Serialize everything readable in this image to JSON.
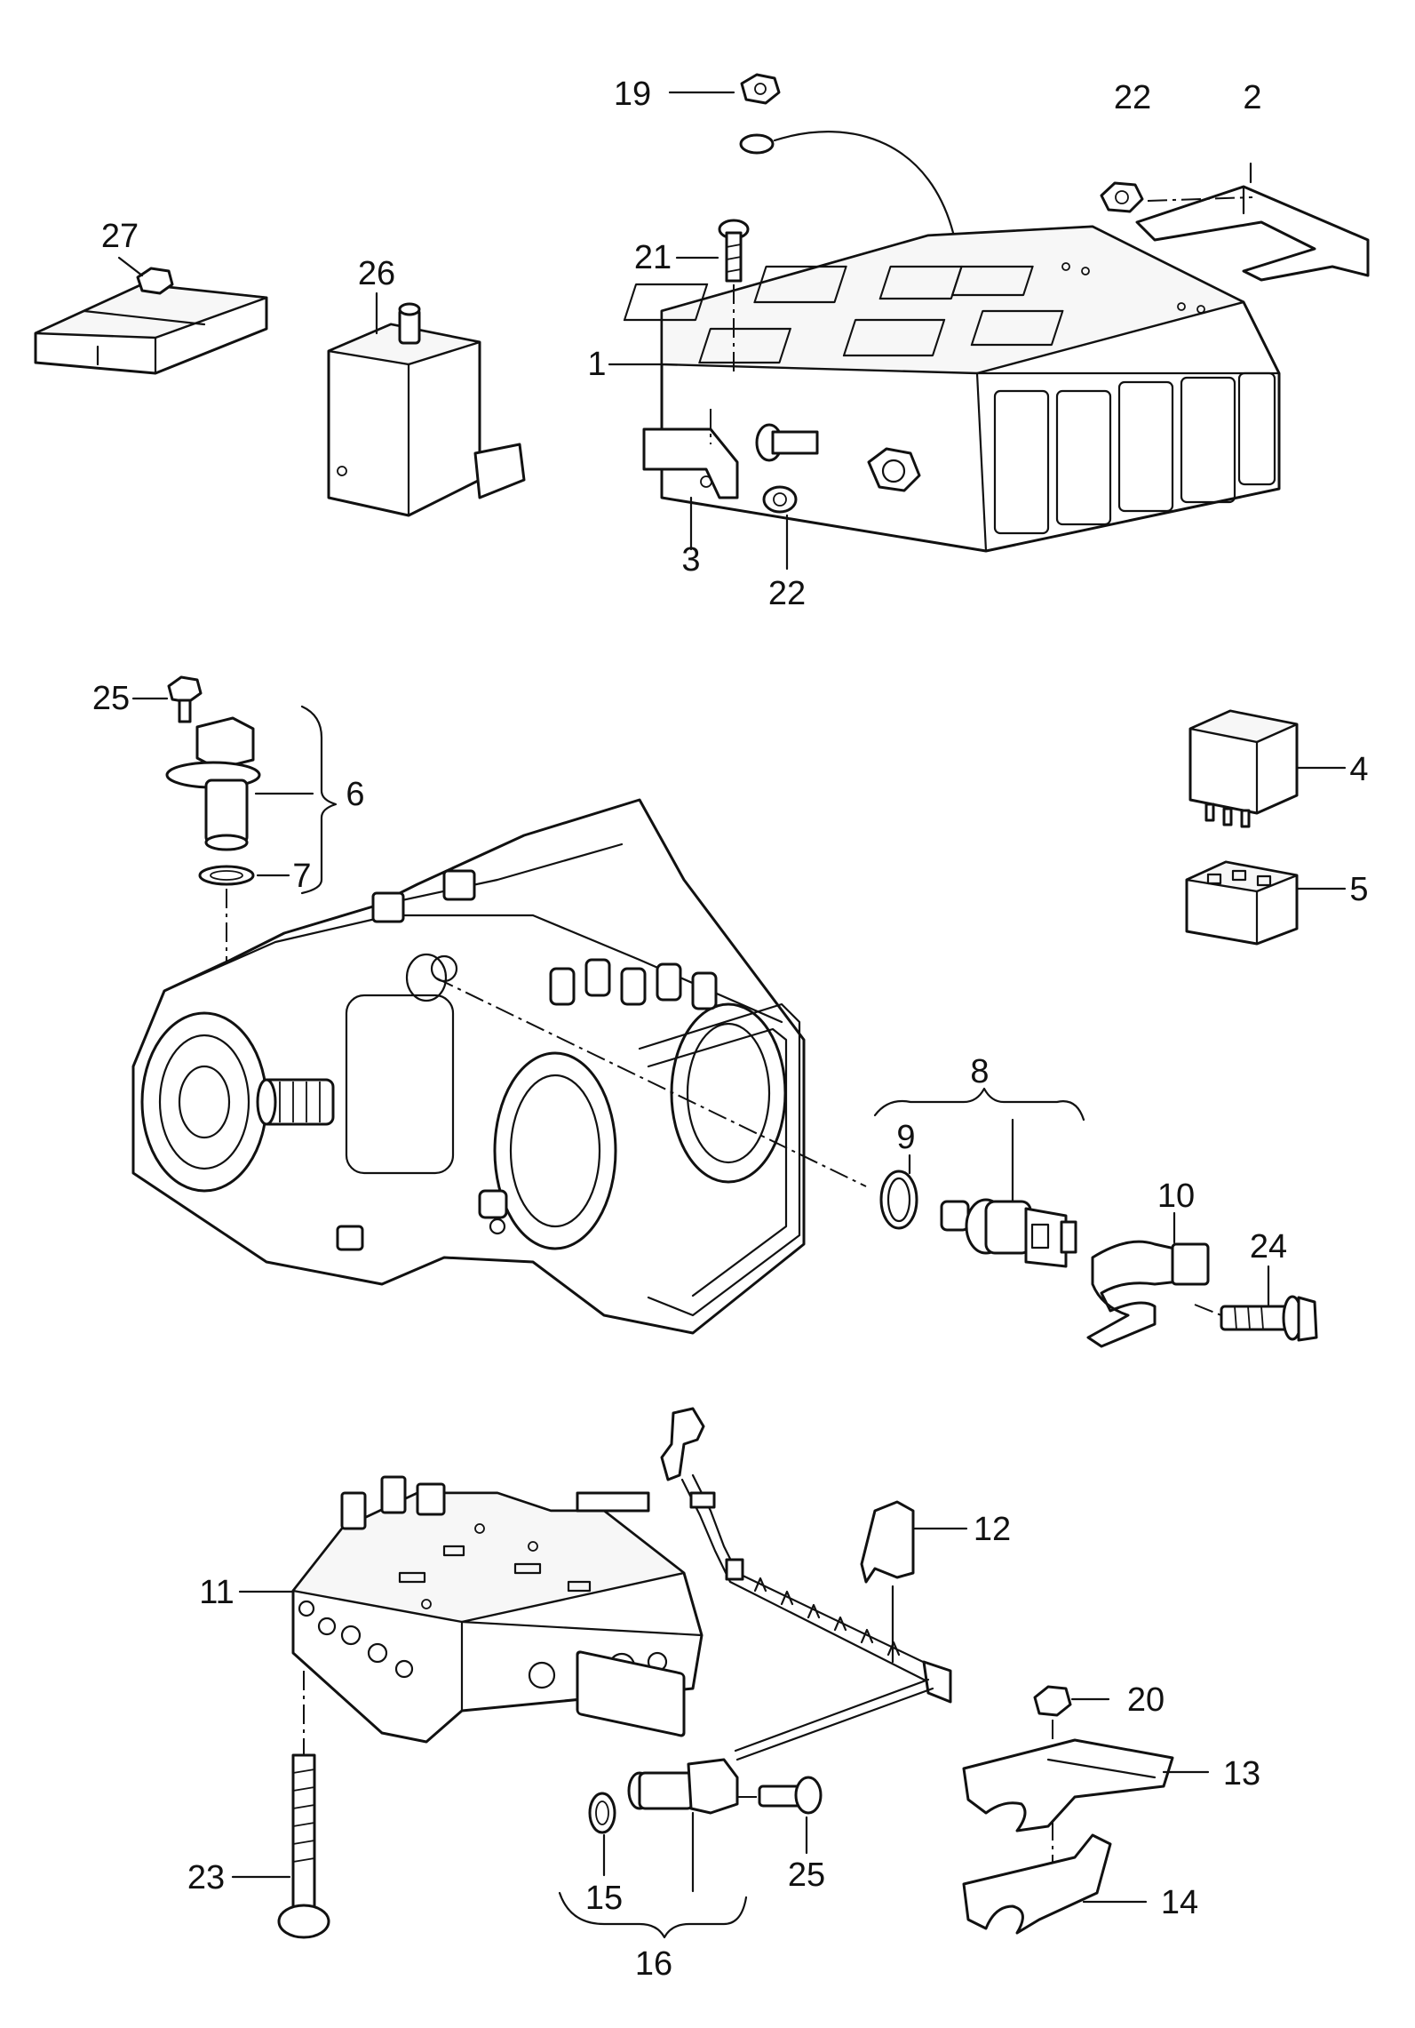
{
  "callouts": {
    "c1": "1",
    "c2": "2",
    "c3": "3",
    "c4": "4",
    "c5": "5",
    "c6": "6",
    "c7": "7",
    "c8": "8",
    "c9": "9",
    "c10": "10",
    "c11": "11",
    "c12": "12",
    "c13": "13",
    "c14": "14",
    "c15": "15",
    "c16": "16",
    "c19": "19",
    "c20": "20",
    "c21": "21",
    "c22a": "22",
    "c22b": "22",
    "c23": "23",
    "c24": "24",
    "c25a": "25",
    "c25b": "25",
    "c26": "26",
    "c27": "27"
  },
  "colors": {
    "line": "#111111",
    "paper": "#ffffff"
  }
}
